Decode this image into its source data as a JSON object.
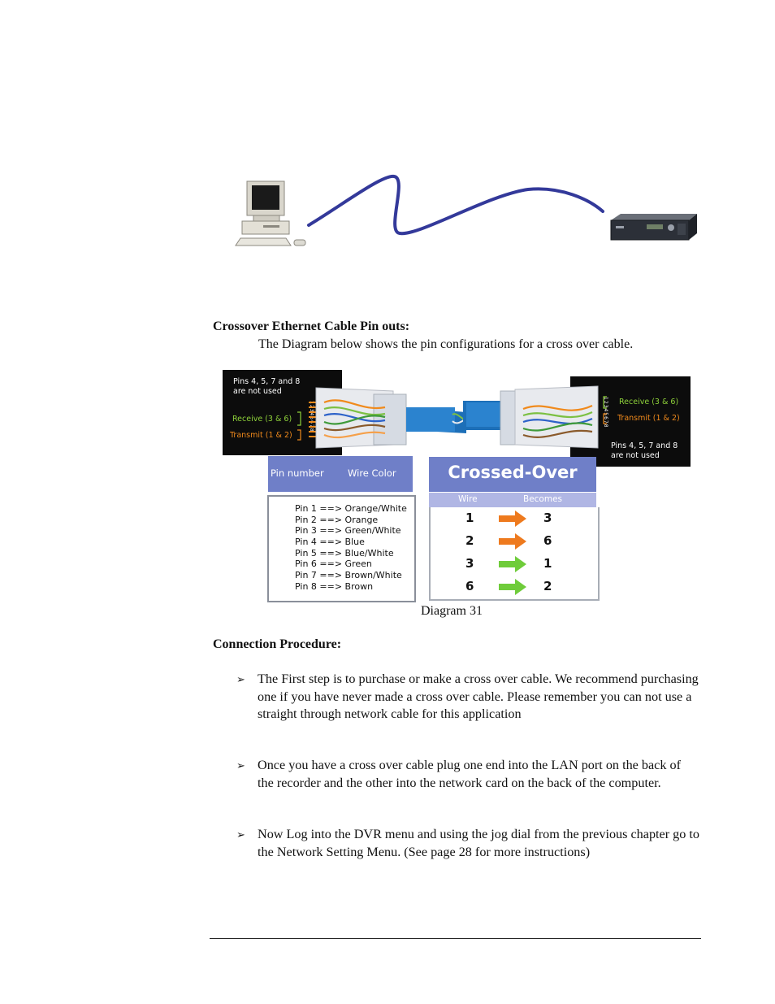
{
  "network_figure": {
    "computer_icon": "desktop-computer-icon",
    "dvr_icon": "dvr-recorder-icon",
    "cable_color": "#33399a"
  },
  "crossover_section": {
    "heading": "Crossover Ethernet Cable Pin outs:",
    "intro": "The Diagram below shows the pin configurations for a cross over cable."
  },
  "pin_diagram": {
    "left_connector": {
      "not_used_line1": "Pins 4, 5, 7 and 8",
      "not_used_line2": "are not used",
      "receive": "Receive (3 & 6)",
      "transmit": "Transmit (1 & 2)",
      "pin_digits": "12345678"
    },
    "right_connector": {
      "receive": "Receive (3 & 6)",
      "transmit": "Transmit (1 & 2)",
      "not_used_line1": "Pins 4, 5, 7 and 8",
      "not_used_line2": "are not used",
      "pin_digits": "12345678"
    },
    "pin_table": {
      "header_pin": "Pin number",
      "header_wire": "Wire Color",
      "rows": [
        "Pin 1 ==> Orange/White",
        "Pin 2 ==> Orange",
        "Pin 3 ==> Green/White",
        "Pin 4 ==> Blue",
        "Pin 5 ==> Blue/White",
        "Pin 6 ==> Green",
        "Pin 7 ==> Brown/White",
        "Pin 8 ==> Brown"
      ]
    },
    "crossed_over": {
      "title": "Crossed-Over",
      "col_wire": "Wire",
      "col_becomes": "Becomes",
      "rows": [
        {
          "wire": "1",
          "becomes": "3",
          "arrow_color": "#ee7a1e"
        },
        {
          "wire": "2",
          "becomes": "6",
          "arrow_color": "#ee7a1e"
        },
        {
          "wire": "3",
          "becomes": "1",
          "arrow_color": "#6fcc3a"
        },
        {
          "wire": "6",
          "becomes": "2",
          "arrow_color": "#6fcc3a"
        }
      ]
    },
    "caption": "Diagram 31"
  },
  "connection_section": {
    "heading": "Connection Procedure:",
    "bullet_glyph": "➢",
    "steps": [
      "The First step is to purchase or make a cross over cable. We recommend purchasing one if you have never made a cross over cable. Please remember you can not use a straight through network cable for this application",
      "Once you have a cross over cable plug one end into the LAN port on the back of the recorder and the other into the network card on the back of the computer.",
      "Now Log into the DVR menu and using the jog dial from the previous chapter go to the Network Setting Menu. (See page 28 for more instructions)"
    ]
  },
  "colors": {
    "accent_blue": "#6f7fc8",
    "accent_light_blue": "#b0b6e4",
    "receive_green": "#8fd23a",
    "transmit_orange": "#f08a1c",
    "cable_blue": "#1d6fb8"
  }
}
